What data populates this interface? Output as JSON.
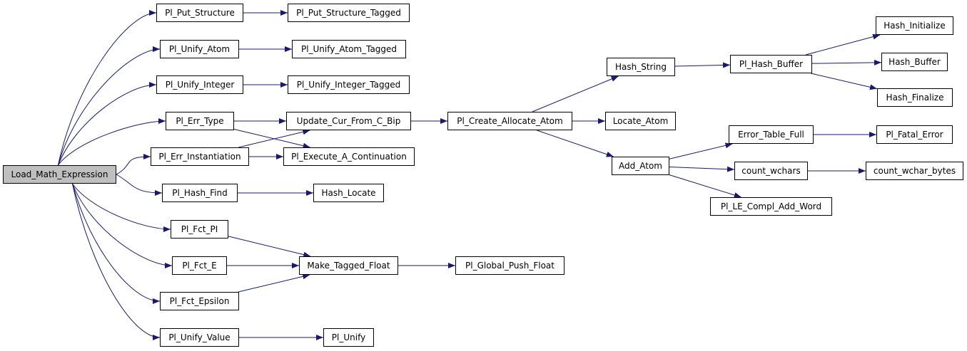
{
  "colors": {
    "edge": "#191970",
    "node_border": "#000000",
    "node_fill": "#ffffff",
    "root_fill": "#bfbfbf"
  },
  "nodes": {
    "load_math_expression": "Load_Math_Expression",
    "pl_put_structure": "Pl_Put_Structure",
    "pl_put_structure_tagged": "Pl_Put_Structure_Tagged",
    "pl_unify_atom": "Pl_Unify_Atom",
    "pl_unify_atom_tagged": "Pl_Unify_Atom_Tagged",
    "pl_unify_integer": "Pl_Unify_Integer",
    "pl_unify_integer_tagged": "Pl_Unify_Integer_Tagged",
    "pl_err_type": "Pl_Err_Type",
    "update_cur_from_c_bip": "Update_Cur_From_C_Bip",
    "pl_err_instantiation": "Pl_Err_Instantiation",
    "pl_execute_a_continuation": "Pl_Execute_A_Continuation",
    "pl_hash_find": "Pl_Hash_Find",
    "hash_locate": "Hash_Locate",
    "pl_fct_pi": "Pl_Fct_PI",
    "pl_fct_e": "Pl_Fct_E",
    "pl_fct_epsilon": "Pl_Fct_Epsilon",
    "make_tagged_float": "Make_Tagged_Float",
    "pl_global_push_float": "Pl_Global_Push_Float",
    "pl_unify_value": "Pl_Unify_Value",
    "pl_unify": "Pl_Unify",
    "pl_create_allocate_atom": "Pl_Create_Allocate_Atom",
    "hash_string": "Hash_String",
    "locate_atom": "Locate_Atom",
    "add_atom": "Add_Atom",
    "pl_hash_buffer": "Pl_Hash_Buffer",
    "hash_initialize": "Hash_Initialize",
    "hash_buffer": "Hash_Buffer",
    "hash_finalize": "Hash_Finalize",
    "error_table_full": "Error_Table_Full",
    "pl_fatal_error": "Pl_Fatal_Error",
    "count_wchars": "count_wchars",
    "count_wchar_bytes": "count_wchar_bytes",
    "pl_le_compl_add_word": "Pl_LE_Compl_Add_Word"
  },
  "edges": [
    [
      "load_math_expression",
      "pl_put_structure"
    ],
    [
      "load_math_expression",
      "pl_unify_atom"
    ],
    [
      "load_math_expression",
      "pl_unify_integer"
    ],
    [
      "load_math_expression",
      "pl_err_type"
    ],
    [
      "load_math_expression",
      "pl_err_instantiation"
    ],
    [
      "load_math_expression",
      "pl_hash_find"
    ],
    [
      "load_math_expression",
      "pl_fct_pi"
    ],
    [
      "load_math_expression",
      "pl_fct_e"
    ],
    [
      "load_math_expression",
      "pl_fct_epsilon"
    ],
    [
      "load_math_expression",
      "pl_unify_value"
    ],
    [
      "pl_put_structure",
      "pl_put_structure_tagged"
    ],
    [
      "pl_unify_atom",
      "pl_unify_atom_tagged"
    ],
    [
      "pl_unify_integer",
      "pl_unify_integer_tagged"
    ],
    [
      "pl_err_type",
      "update_cur_from_c_bip"
    ],
    [
      "pl_err_type",
      "pl_execute_a_continuation"
    ],
    [
      "pl_err_instantiation",
      "update_cur_from_c_bip"
    ],
    [
      "pl_err_instantiation",
      "pl_execute_a_continuation"
    ],
    [
      "pl_hash_find",
      "hash_locate"
    ],
    [
      "pl_fct_pi",
      "make_tagged_float"
    ],
    [
      "pl_fct_e",
      "make_tagged_float"
    ],
    [
      "pl_fct_epsilon",
      "make_tagged_float"
    ],
    [
      "make_tagged_float",
      "pl_global_push_float"
    ],
    [
      "pl_unify_value",
      "pl_unify"
    ],
    [
      "update_cur_from_c_bip",
      "pl_create_allocate_atom"
    ],
    [
      "pl_create_allocate_atom",
      "hash_string"
    ],
    [
      "pl_create_allocate_atom",
      "locate_atom"
    ],
    [
      "pl_create_allocate_atom",
      "add_atom"
    ],
    [
      "hash_string",
      "pl_hash_buffer"
    ],
    [
      "pl_hash_buffer",
      "hash_initialize"
    ],
    [
      "pl_hash_buffer",
      "hash_buffer"
    ],
    [
      "pl_hash_buffer",
      "hash_finalize"
    ],
    [
      "add_atom",
      "error_table_full"
    ],
    [
      "add_atom",
      "count_wchars"
    ],
    [
      "add_atom",
      "pl_le_compl_add_word"
    ],
    [
      "error_table_full",
      "pl_fatal_error"
    ],
    [
      "count_wchars",
      "count_wchar_bytes"
    ]
  ]
}
